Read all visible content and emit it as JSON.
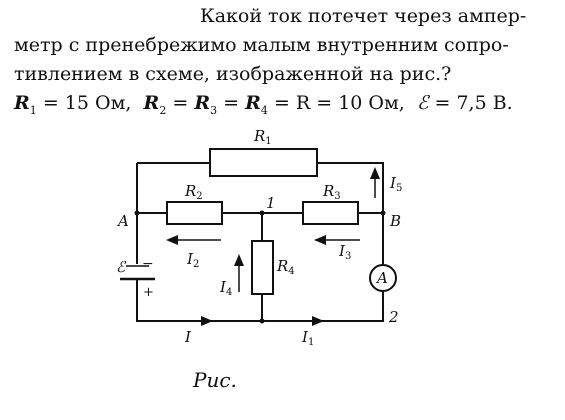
{
  "problem": {
    "line1": "Какой ток потечет через ампер-",
    "line2": "метр с пренебрежимо малым внутренним сопро-",
    "line3": "тивлением в схеме, изображенной на рис.?",
    "givens": {
      "r1": "= 15 Ом,",
      "r_equal": "= R = 10 Ом,",
      "emf": "= 7,5 В."
    }
  },
  "circuit": {
    "labels": {
      "R1": "R1",
      "R2": "R2",
      "R3": "R3",
      "R4": "R4",
      "I": "I",
      "I1": "I1",
      "I2": "I2",
      "I3": "I3",
      "I4": "I4",
      "I5": "I5",
      "A": "A",
      "B": "B",
      "node1": "1",
      "node2": "2",
      "emf": "ℰ",
      "minus": "−",
      "plus": "+",
      "ammeter": "A"
    }
  },
  "caption": "Рис."
}
